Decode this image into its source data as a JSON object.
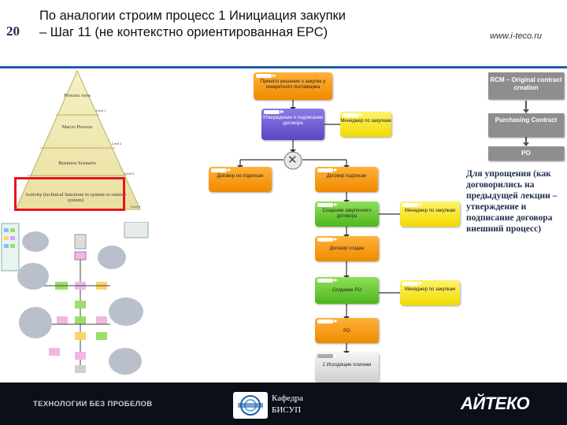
{
  "header": {
    "slide_number": "20",
    "title": "По аналогии строим процесс 1 Инициация закупки – Шаг 11 (не контекстно ориентированная EPC)",
    "site_url": "www.i-teco.ru"
  },
  "pyramid": {
    "levels": [
      "Process Area",
      "Macro Process",
      "Business Scenario",
      "Activity (technical functions in system or outside system)"
    ],
    "side_marks": [
      "Level 1",
      "Level 2",
      "Level 3",
      "Level 4"
    ],
    "highlight_color": "#e8141c"
  },
  "epc": {
    "start_event": "Принято решение о закупке у конкретного поставщика",
    "approve_function": "Утверждение и подписание договора",
    "role_1": "Менеджер по закупкам",
    "branch_left": "Договор не подписан",
    "branch_right": "Договор подписан",
    "create_function": "Создание закупочного договора",
    "role_2": "Менеджер по закупкам",
    "contract_event": "Договор создан",
    "po_function": "Создание PO",
    "role_3": "Менеджер по закупкам",
    "po_event": "PO",
    "next_process": "2 Исходящие платежи",
    "connector_symbol": "✕"
  },
  "rcm": {
    "box1": "RCM – Original contract creation",
    "box2": "Purchasing Contract",
    "box3": "PO"
  },
  "side_note": "Для упрощения (как договорились на предыдущей лекции – утверждение и подписание договора внешний процесс)",
  "footer": {
    "left_text": "ТЕХНОЛОГИИ БЕЗ ПРОБЕЛОВ",
    "department": "Кафедра БИСУП",
    "brand": "АЙТЕКО"
  }
}
